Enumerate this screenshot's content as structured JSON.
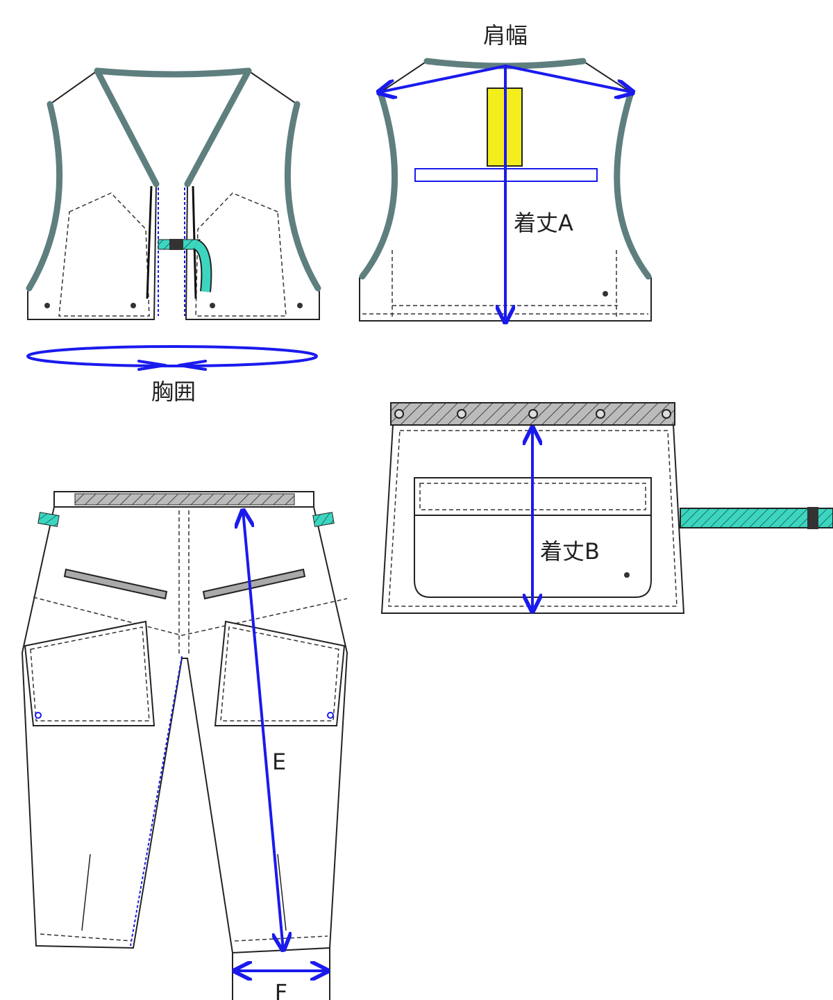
{
  "labels": {
    "shoulder_width": "肩幅",
    "length_a": "着丈A",
    "chest": "胸囲",
    "length_b": "着丈B",
    "e": "E",
    "f": "F"
  },
  "colors": {
    "trim": "#5f7f7f",
    "measure": "#1a1aee",
    "strap": "#3cd6c0",
    "label_patch": "#f4ee1c"
  }
}
